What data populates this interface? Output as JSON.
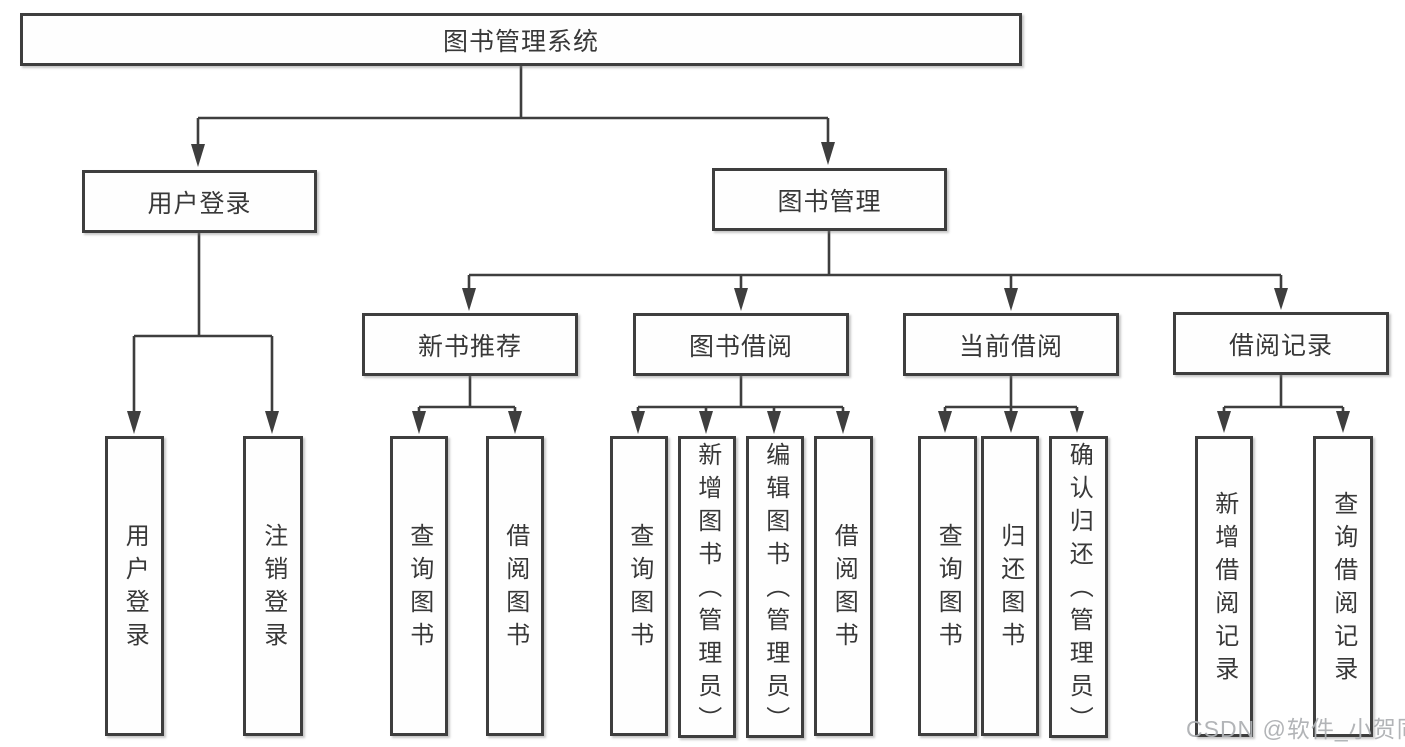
{
  "colors": {
    "line": "#3e3e3e",
    "box_border": "#3e3e3e",
    "box_fill": "#fefefe",
    "text": "#383838",
    "watermark": "#aeb1b4",
    "background": "#ffffff"
  },
  "watermark": {
    "text": "CSDN @软件_小贺同学"
  },
  "tree": {
    "root": "图书管理系统",
    "branches": [
      {
        "label": "用户登录",
        "children": [
          "用户登录",
          "注销登录"
        ]
      },
      {
        "label": "图书管理",
        "children": [
          {
            "label": "新书推荐",
            "children": [
              "查询图书",
              "借阅图书"
            ]
          },
          {
            "label": "图书借阅",
            "children": [
              "查询图书",
              "新增图书（管理员）",
              "编辑图书（管理员）",
              "借阅图书"
            ]
          },
          {
            "label": "当前借阅",
            "children": [
              "查询图书",
              "归还图书",
              "确认归还（管理员）"
            ]
          },
          {
            "label": "借阅记录",
            "children": [
              "新增借阅记录",
              "查询借阅记录"
            ]
          }
        ]
      }
    ]
  }
}
